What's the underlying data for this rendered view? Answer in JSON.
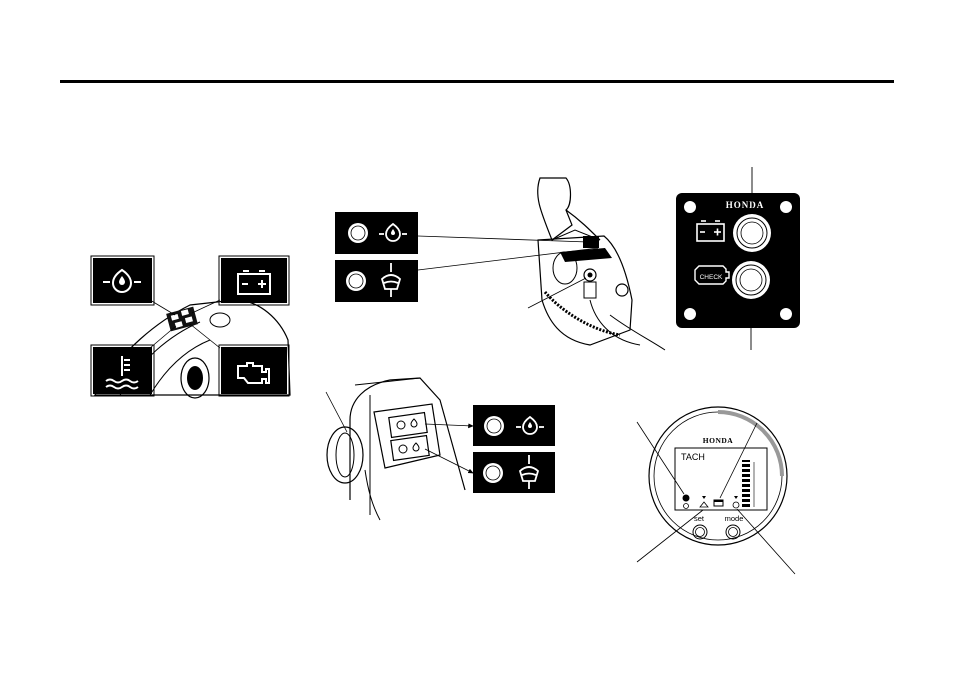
{
  "brand": {
    "panel_logo": "HONDA",
    "meter_logo": "HONDA"
  },
  "panel": {
    "check_label": "CHECK"
  },
  "meter": {
    "mode_title": "TACH",
    "set_button": "set",
    "mode_button": "mode"
  },
  "icons": {
    "oil_pressure": "oil-pressure-icon",
    "battery": "battery-icon",
    "coolant_temp": "coolant-temperature-icon",
    "engine_check": "engine-check-icon",
    "overheat": "overheat-icon"
  },
  "colors": {
    "ink": "#000000",
    "paper": "#ffffff"
  }
}
